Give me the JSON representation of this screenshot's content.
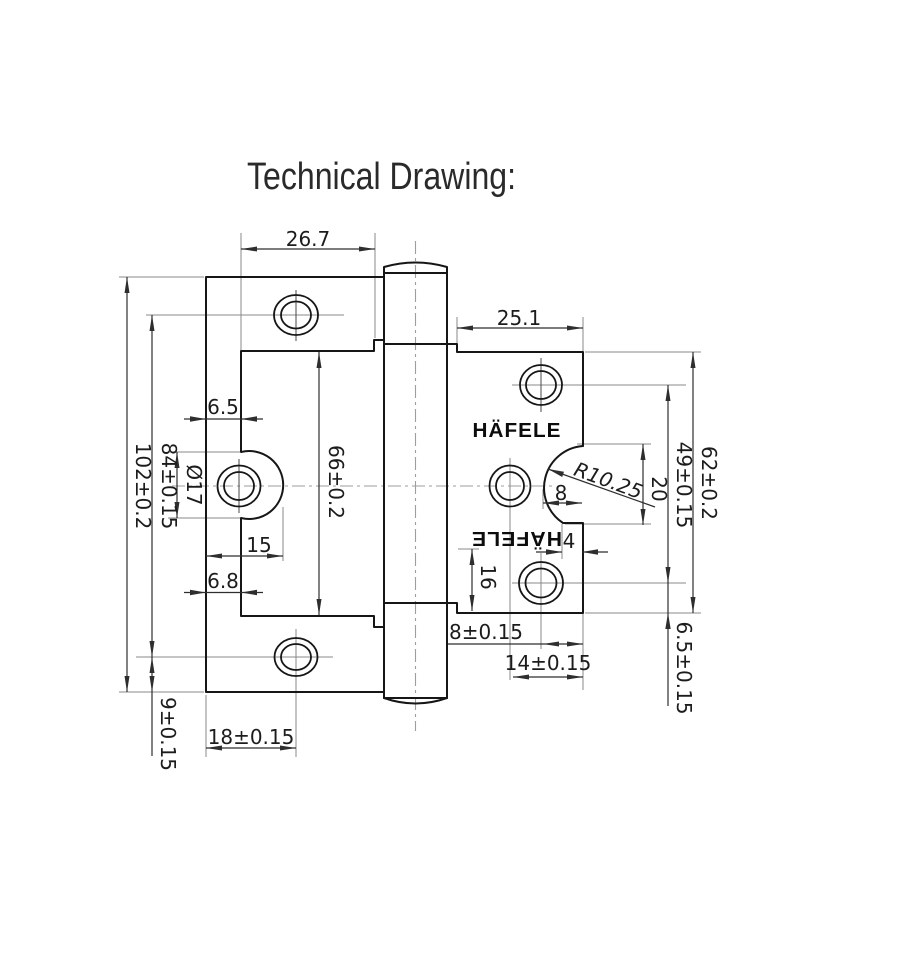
{
  "title": "Technical Drawing:",
  "brand": {
    "top": "HÄFELE",
    "bottom": "HÄFELE"
  },
  "dimensions": {
    "top_cutout_width": "26.7",
    "right_leaf_width": "25.1",
    "cutout_offset_top": "6.5",
    "overall_height": "102±0.2",
    "hole_pitch_left": "84±0.15",
    "hole_diameter": "Ø17",
    "cutout_height": "66±0.2",
    "boss_width": "15",
    "cutout_offset_bottom": "6.8",
    "bottom_hole_offset": "9±0.15",
    "bottom_hole_inset": "18±0.15",
    "notch_radius": "R10.25",
    "notch_height": "20",
    "hole_pitch_right": "49±0.15",
    "right_leaf_height": "62±0.2",
    "notch_depth": "8",
    "notch_edge_gap": "4",
    "flange_height": "16",
    "hole_edge_offset": "8±0.15",
    "mid_hole_edge_offset": "14±0.15",
    "bottom_hole_edge_offset": "6.5±0.15"
  },
  "colors": {
    "outline": "#161616",
    "dimension_lines": "#2e2e2e",
    "extension_lines": "#8a8a8a",
    "center_lines": "#9e9e9e",
    "text": "#1c1c1c",
    "background": "#ffffff"
  }
}
